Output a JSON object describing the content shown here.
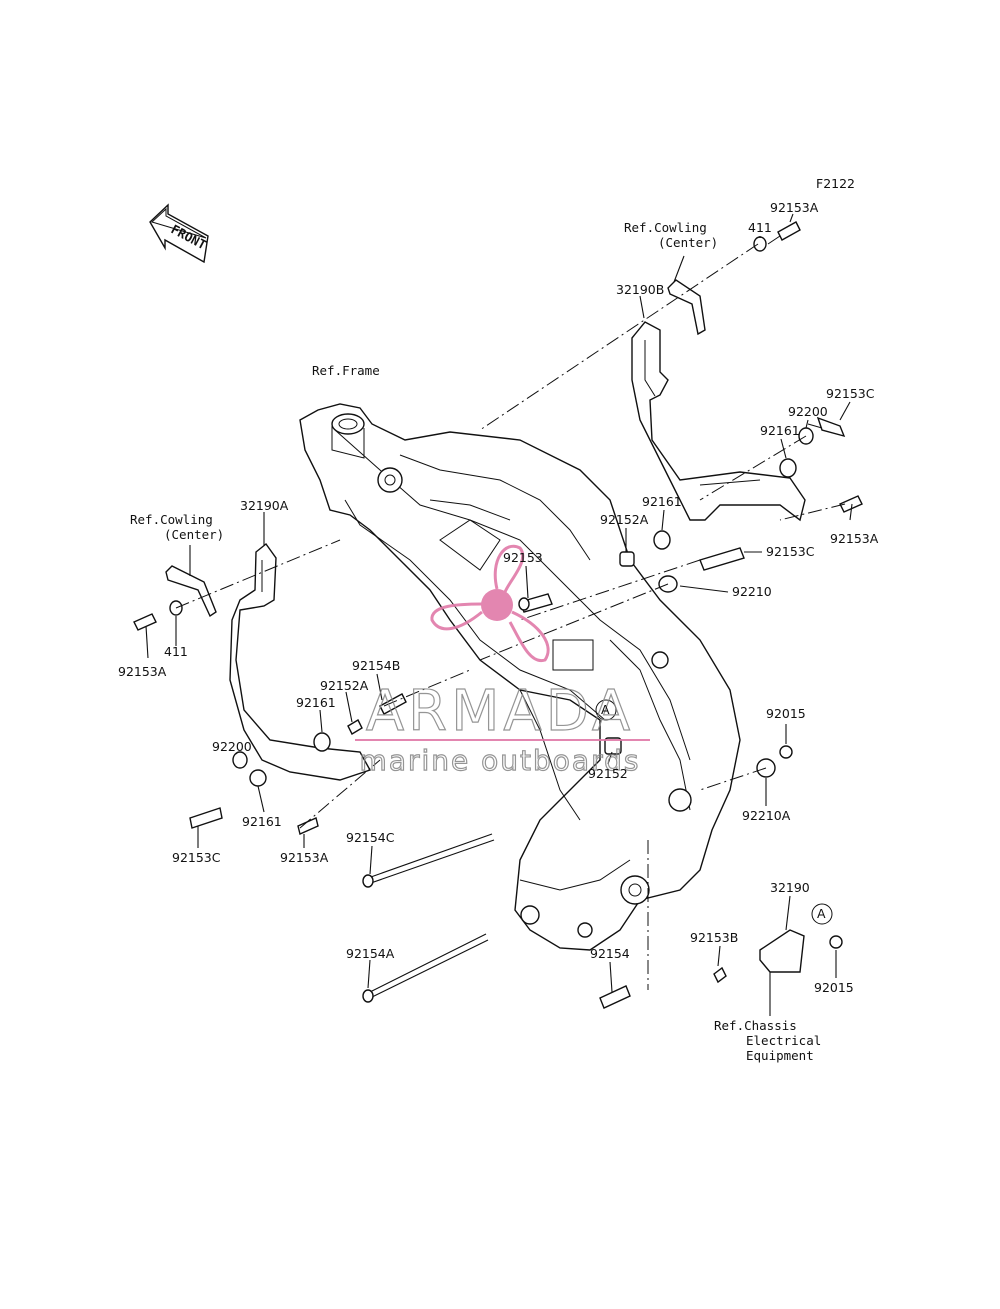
{
  "diagram": {
    "code": "F2122",
    "front_label": "FRONT",
    "refs": {
      "frame": "Ref.Frame",
      "cowling_right_1": "Ref.Cowling",
      "cowling_right_2": "(Center)",
      "cowling_left_1": "Ref.Cowling",
      "cowling_left_2": "(Center)",
      "chassis_1": "Ref.Chassis",
      "chassis_2": "Electrical",
      "chassis_3": "Equipment"
    },
    "parts": {
      "p92153A_top": "92153A",
      "p411_top": "411",
      "p32190B": "32190B",
      "p92153C_right": "92153C",
      "p92200_right": "92200",
      "p92161_right": "92161",
      "p92161_mid": "92161",
      "p92152A_mid": "92152A",
      "p92153C_mid": "92153C",
      "p92153A_right": "92153A",
      "p92153": "92153",
      "p92210": "92210",
      "p32190A": "32190A",
      "p92153A_left": "92153A",
      "p411_left": "411",
      "p92154B": "92154B",
      "p92152A_left": "92152A",
      "p92161_left": "92161",
      "p92200_left": "92200",
      "p92161_low": "92161",
      "p92153C_left": "92153C",
      "p92153A_low": "92153A",
      "p92154C": "92154C",
      "p92152": "92152",
      "p92015_right": "92015",
      "p92210A": "92210A",
      "p32190": "32190",
      "p92153B": "92153B",
      "p92015_low": "92015",
      "p92154A": "92154A",
      "p92154": "92154",
      "marker_a1": "A",
      "marker_a2": "A"
    }
  },
  "watermark": {
    "brand": "ARMADA",
    "tagline": "marine outboards",
    "color": "#e07aa8"
  }
}
